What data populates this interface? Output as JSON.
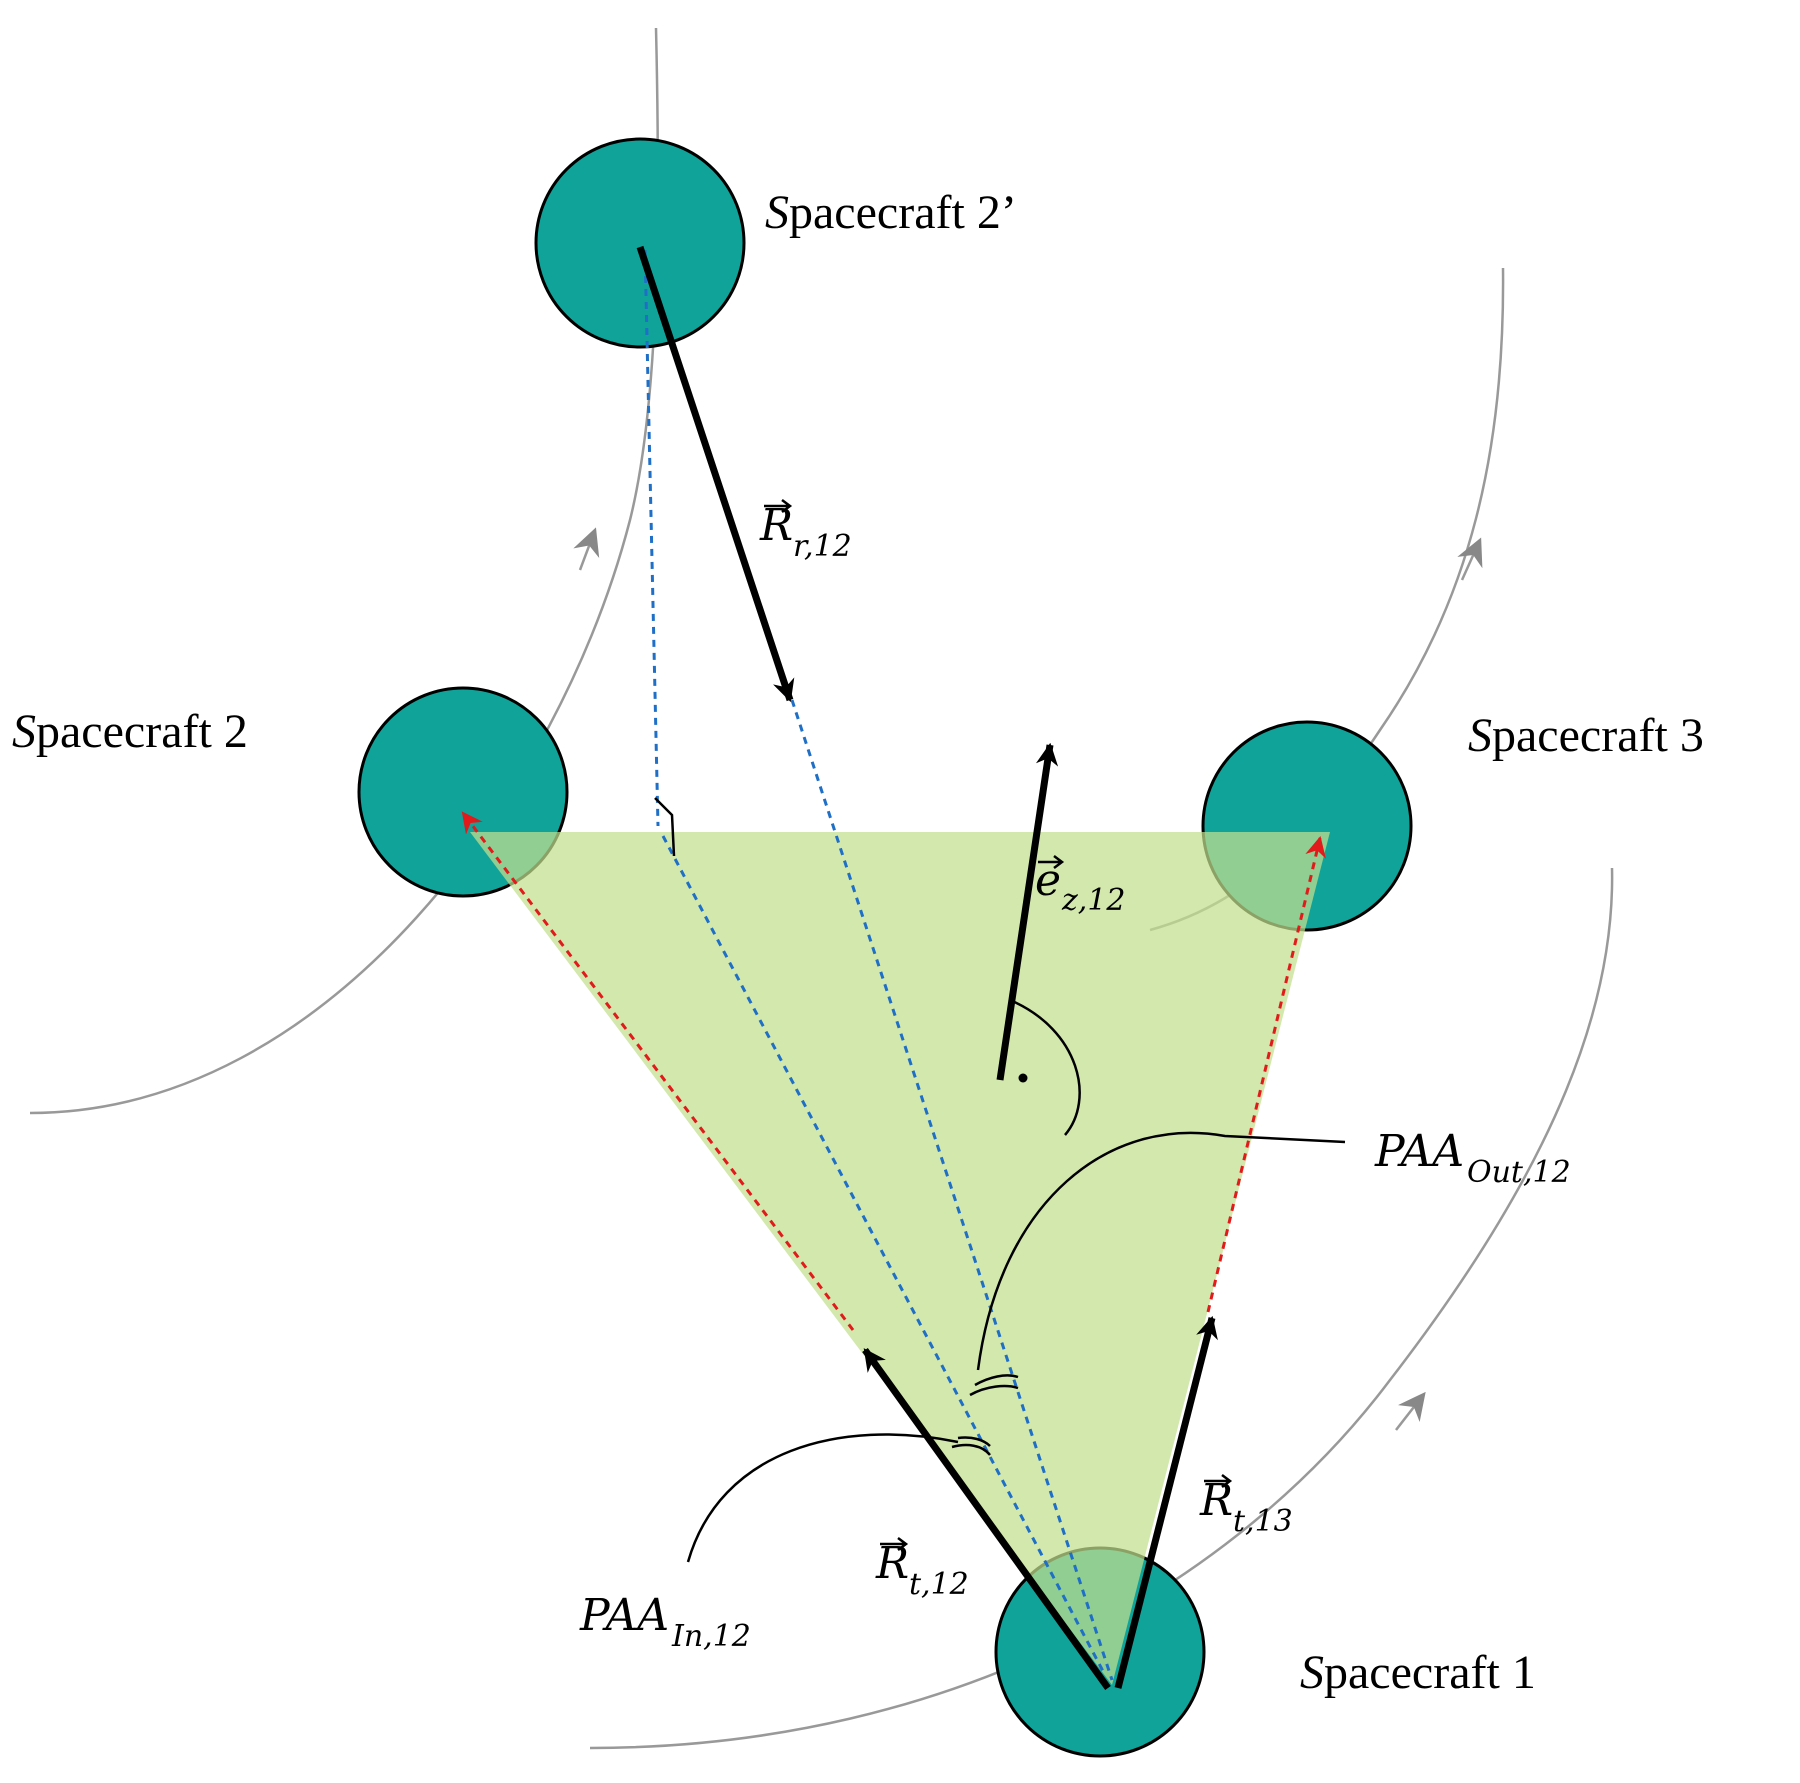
{
  "spacecraft": {
    "sc1": "Spacecraft 1",
    "sc2": "Spacecraft 2",
    "sc2prime": "Spacecraft 2’",
    "sc3": "Spacecraft 3"
  },
  "vectors": {
    "r_r12": {
      "main": "R",
      "sub": "r,12"
    },
    "r_t12": {
      "main": "R",
      "sub": "t,12"
    },
    "r_t13": {
      "main": "R",
      "sub": "t,13"
    },
    "e_z12": {
      "main": "e",
      "sub": "z,12"
    }
  },
  "angles": {
    "paa_in": {
      "main": "PAA",
      "sub": "In,12"
    },
    "paa_out": {
      "main": "PAA",
      "sub": "Out,12"
    }
  },
  "colors": {
    "spacecraft": "#0fa399",
    "plane": "#c9e39a",
    "orbit": "#999999",
    "dash_blue": "#1f6fc7",
    "dash_red": "#e11b1b"
  }
}
